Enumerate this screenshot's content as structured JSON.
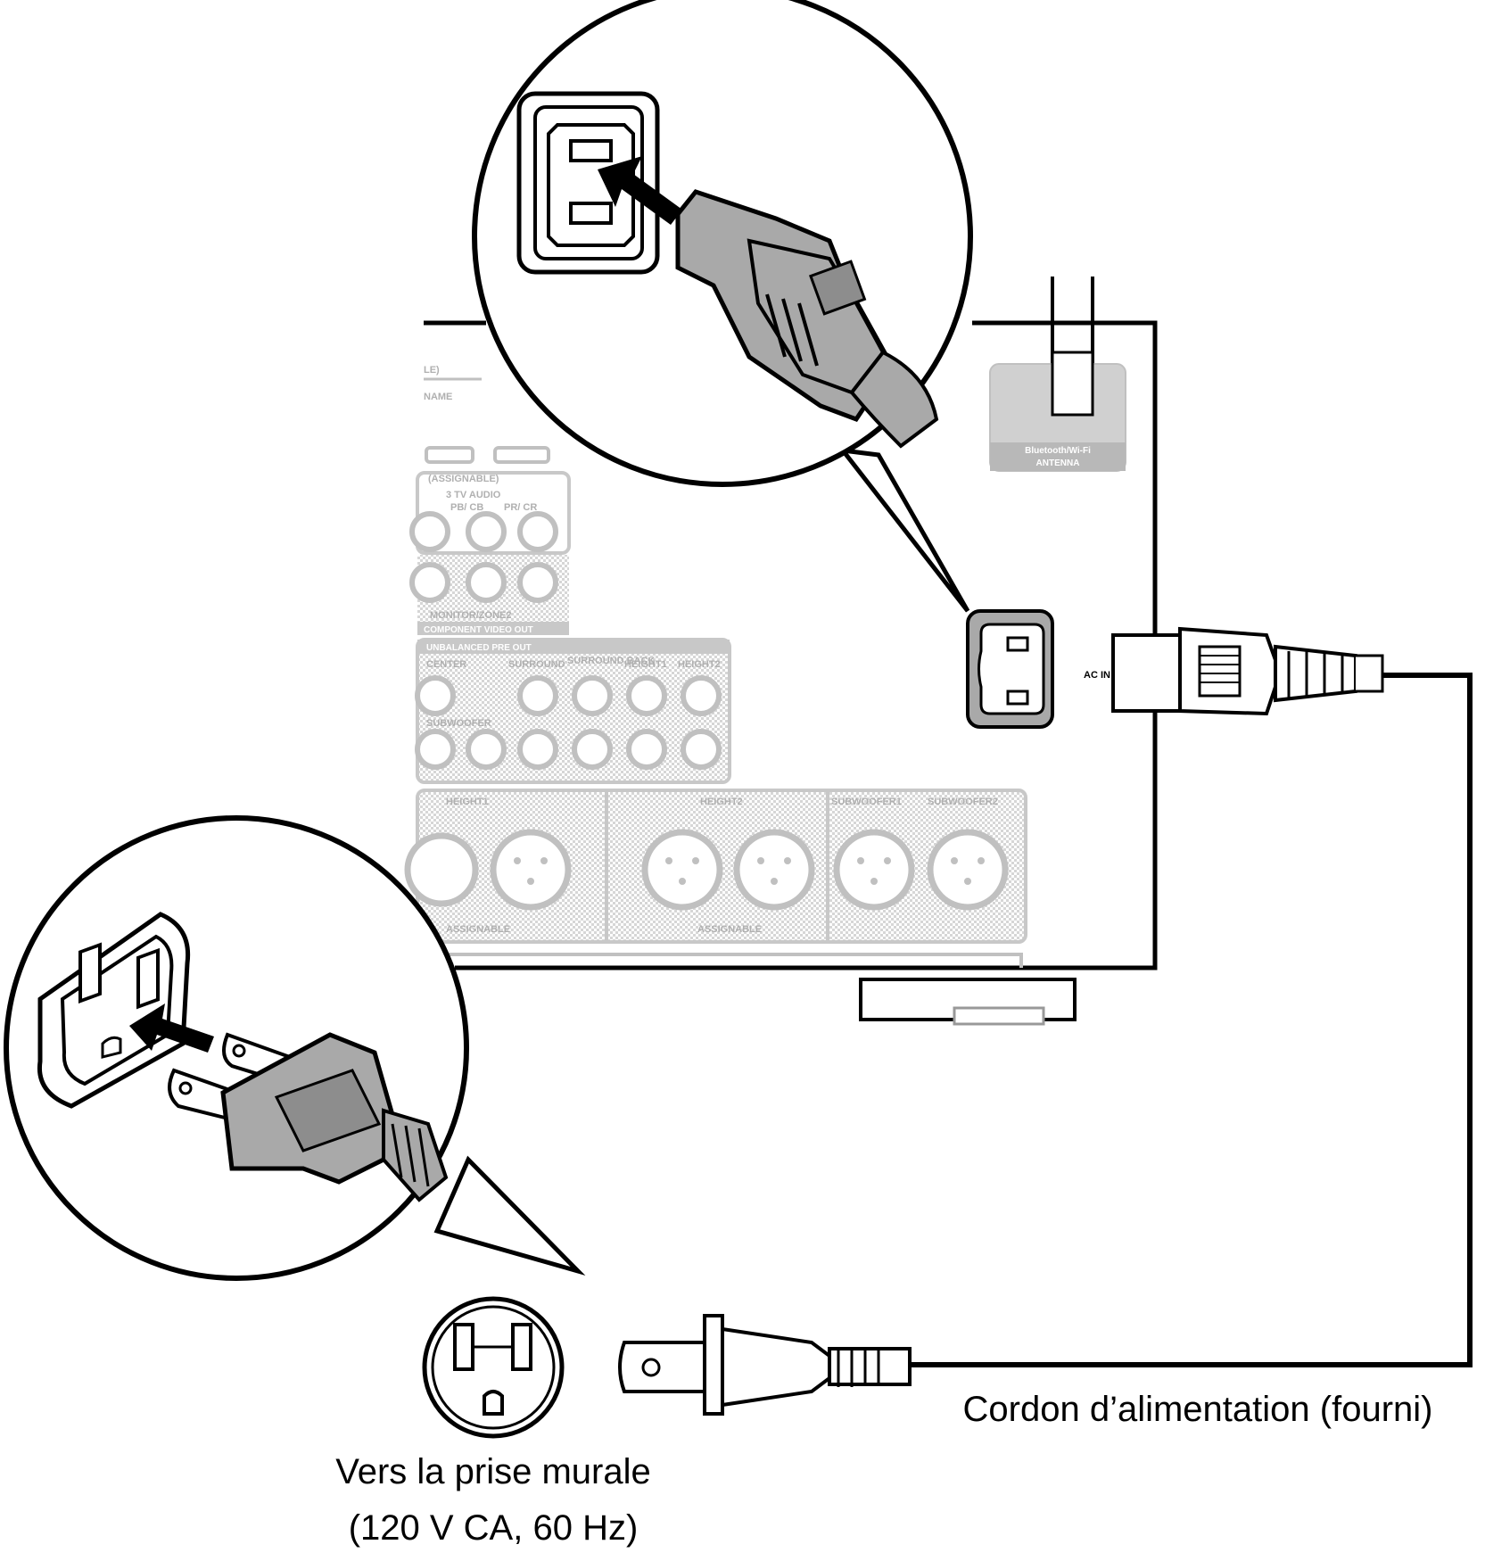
{
  "captions": {
    "wall_outlet_line1": "Vers la prise murale",
    "wall_outlet_line2": "(120 V CA, 60 Hz)",
    "power_cord": "Cordon d’alimentation (fourni)"
  },
  "panel_labels": {
    "ac_in": "AC IN",
    "antenna_line1": "Bluetooth/Wi-Fi",
    "antenna_line2": "ANTENNA",
    "assignable_hdmi": "(ASSIGNABLE)",
    "tv_audio": "3  TV AUDIO",
    "pb_cb": "PB/ CB",
    "pr_cr": "PR/ CR",
    "monitor_zone2": "MONITOR/ZONE2",
    "component_video_out": "COMPONENT VIDEO OUT",
    "unbalanced_pre_out": "UNBALANCED PRE OUT",
    "center": "CENTER",
    "surround": "SURROUND",
    "surround_back": "SURROUND BACK",
    "height1_rca": "HEIGHT1",
    "height2_rca": "HEIGHT2",
    "subwoofer": "SUBWOOFER",
    "height1_xlr": "HEIGHT1",
    "height2_xlr": "HEIGHT2",
    "subwoofer1": "SUBWOOFER1",
    "subwoofer2": "SUBWOOFER2",
    "assignable_1": "ASSIGNABLE",
    "assignable_2": "ASSIGNABLE",
    "name_partial": "NAME",
    "le_partial": "LE)"
  },
  "colors": {
    "plug_fill": "#a9a9a9",
    "panel_gray": "#c8c8c8",
    "outline": "#000000",
    "background": "#ffffff"
  }
}
